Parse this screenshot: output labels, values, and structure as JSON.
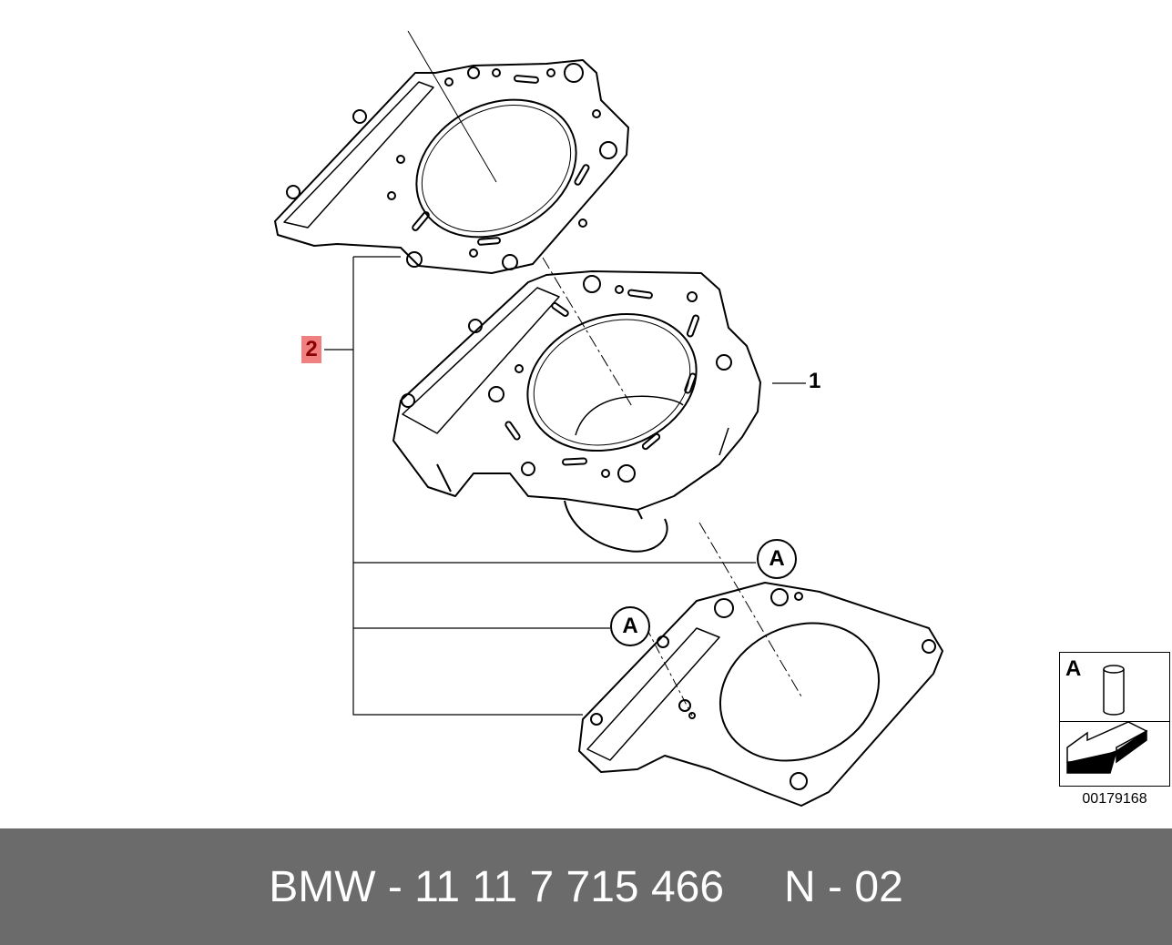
{
  "callouts": {
    "part_2": "2",
    "part_1": "1",
    "marker_a_upper": "A",
    "marker_a_lower": "A"
  },
  "legend": {
    "letter": "A",
    "image_number": "00179168"
  },
  "footer": {
    "part_label": "BMW - 11 11 7 715 466",
    "page_label": "N - 02"
  },
  "colors": {
    "highlight": "#f08080",
    "footer_bg": "#6b6b6b",
    "footer_text": "#ffffff"
  }
}
